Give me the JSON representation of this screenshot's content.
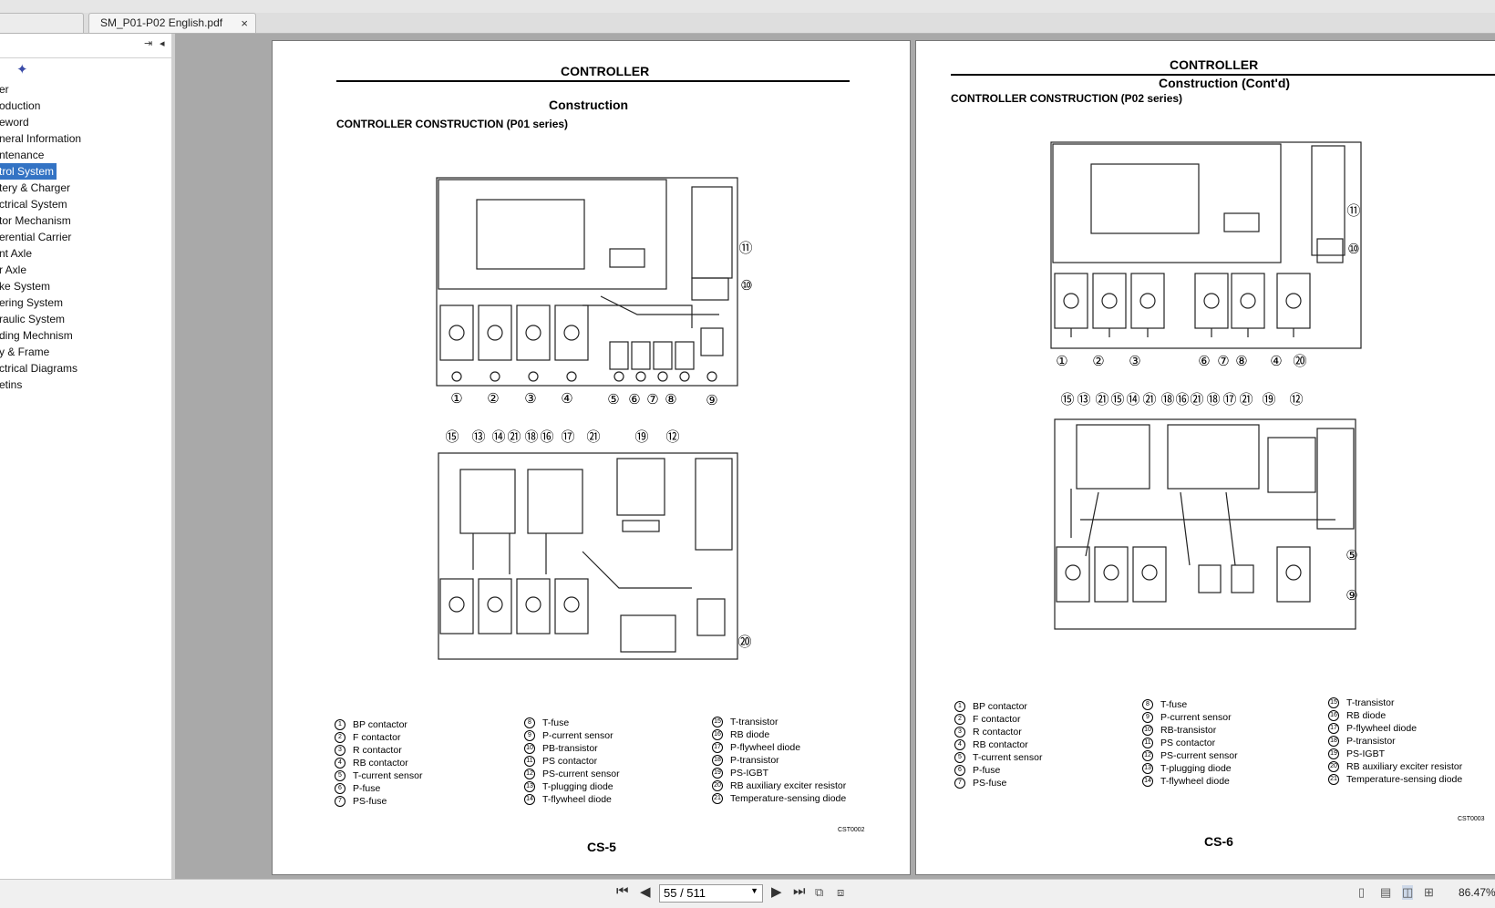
{
  "tabs": [
    {
      "label": ""
    },
    {
      "label": "SM_P01-P02 English.pdf",
      "close": "×"
    }
  ],
  "sidebar": {
    "controls": {
      "expand": "⇥",
      "collapse": "◂"
    },
    "bookmarks": [
      {
        "label": "er"
      },
      {
        "label": "oduction"
      },
      {
        "label": "eword"
      },
      {
        "label": "neral Information"
      },
      {
        "label": "ntenance"
      },
      {
        "label": "trol System",
        "selected": true
      },
      {
        "label": "tery & Charger"
      },
      {
        "label": "ctrical System"
      },
      {
        "label": "tor Mechanism"
      },
      {
        "label": "erential Carrier"
      },
      {
        "label": "nt Axle"
      },
      {
        "label": "r Axle"
      },
      {
        "label": "ke System"
      },
      {
        "label": "ering System"
      },
      {
        "label": "raulic System"
      },
      {
        "label": "ding Mechnism"
      },
      {
        "label": "y & Frame"
      },
      {
        "label": "ctrical Diagrams"
      },
      {
        "label": "etins"
      }
    ]
  },
  "page_left": {
    "header": "CONTROLLER",
    "section_title": "Construction",
    "subtitle": "CONTROLLER CONSTRUCTION (P01 series)",
    "diagram_top_callouts": [
      "①",
      "②",
      "③",
      "④",
      "⑤",
      "⑥",
      "⑦",
      "⑧",
      "⑨",
      "⑩",
      "⑪"
    ],
    "diagram_bottom_callouts": [
      "⑮",
      "⑬",
      "⑭",
      "㉑",
      "⑱",
      "⑯",
      "⑰",
      "㉑",
      "⑲",
      "⑫",
      "⑳"
    ],
    "legend": [
      {
        "num": "1",
        "label": "BP contactor"
      },
      {
        "num": "2",
        "label": "F contactor"
      },
      {
        "num": "3",
        "label": "R contactor"
      },
      {
        "num": "4",
        "label": "RB contactor"
      },
      {
        "num": "5",
        "label": "T-current sensor"
      },
      {
        "num": "6",
        "label": "P-fuse"
      },
      {
        "num": "7",
        "label": "PS-fuse"
      },
      {
        "num": "8",
        "label": "T-fuse"
      },
      {
        "num": "9",
        "label": "P-current sensor"
      },
      {
        "num": "10",
        "label": "PB-transistor"
      },
      {
        "num": "11",
        "label": "PS contactor"
      },
      {
        "num": "12",
        "label": "PS-current sensor"
      },
      {
        "num": "13",
        "label": "T-plugging diode"
      },
      {
        "num": "14",
        "label": "T-flywheel diode"
      },
      {
        "num": "15",
        "label": "T-transistor"
      },
      {
        "num": "16",
        "label": "RB diode"
      },
      {
        "num": "17",
        "label": "P-flywheel diode"
      },
      {
        "num": "18",
        "label": "P-transistor"
      },
      {
        "num": "19",
        "label": "PS-IGBT"
      },
      {
        "num": "20",
        "label": "RB auxiliary exciter resistor"
      },
      {
        "num": "21",
        "label": "Temperature-sensing diode"
      }
    ],
    "code": "CST0002",
    "page_number": "CS-5"
  },
  "page_right": {
    "header": "CONTROLLER",
    "section_title": "Construction (Cont'd)",
    "subtitle": "CONTROLLER CONSTRUCTION (P02 series)",
    "diagram_top_callouts": [
      "①",
      "②",
      "③",
      "⑥",
      "⑦",
      "⑧",
      "④",
      "⑳",
      "⑪",
      "⑩"
    ],
    "diagram_bottom_callouts": [
      "⑮",
      "⑬",
      "㉑",
      "⑮",
      "⑭",
      "㉑",
      "⑱",
      "⑯",
      "㉑",
      "⑱",
      "⑰",
      "㉑",
      "⑲",
      "⑫",
      "⑤",
      "⑨"
    ],
    "legend": [
      {
        "num": "1",
        "label": "BP contactor"
      },
      {
        "num": "2",
        "label": "F contactor"
      },
      {
        "num": "3",
        "label": "R contactor"
      },
      {
        "num": "4",
        "label": "RB contactor"
      },
      {
        "num": "5",
        "label": "T-current sensor"
      },
      {
        "num": "6",
        "label": "P-fuse"
      },
      {
        "num": "7",
        "label": "PS-fuse"
      },
      {
        "num": "8",
        "label": "T-fuse"
      },
      {
        "num": "9",
        "label": "P-current sensor"
      },
      {
        "num": "10",
        "label": "RB-transistor"
      },
      {
        "num": "11",
        "label": "PS contactor"
      },
      {
        "num": "12",
        "label": "PS-current sensor"
      },
      {
        "num": "13",
        "label": "T-plugging diode"
      },
      {
        "num": "14",
        "label": "T-flywheel diode"
      },
      {
        "num": "15",
        "label": "T-transistor"
      },
      {
        "num": "16",
        "label": "RB diode"
      },
      {
        "num": "17",
        "label": "P-flywheel diode"
      },
      {
        "num": "18",
        "label": "P-transistor"
      },
      {
        "num": "19",
        "label": "PS-IGBT"
      },
      {
        "num": "20",
        "label": "RB auxiliary exciter resistor"
      },
      {
        "num": "21",
        "label": "Temperature-sensing diode"
      }
    ],
    "code": "CST0003",
    "page_number": "CS-6"
  },
  "statusbar": {
    "first": "⏮",
    "prev": "◀",
    "page_indicator": "55 / 511",
    "next": "▶",
    "last": "⏭",
    "zoom": "86.47%"
  }
}
